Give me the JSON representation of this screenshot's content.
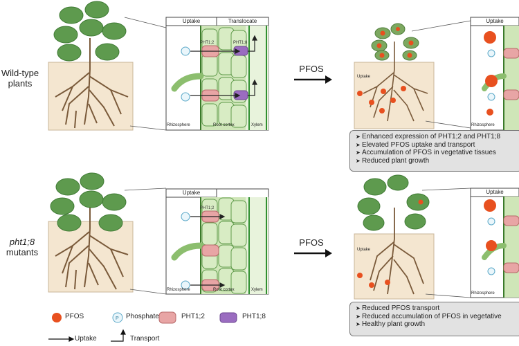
{
  "labels": {
    "wild_type": [
      "Wild-type",
      "plants"
    ],
    "mutant": [
      "pht1;8",
      "mutants"
    ],
    "arrow_top": "PFOS",
    "arrow_bottom": "PFOS"
  },
  "cells": {
    "uptake": "Uptake",
    "translocate": "Translocate",
    "rhizosphere": "Rhizosphere",
    "root_cortex": "Root cortex",
    "xylem": "Xylem",
    "pht12": "PHT1;2",
    "pht18": "PHT1;8",
    "p": "P"
  },
  "soil_label": "Uptake",
  "top_bullets": [
    "Enhanced expression of PHT1;2 and PHT1;8",
    "Elevated PFOS uptake and transport",
    "Accumulation of PFOS in vegetative tissues",
    "Reduced plant growth"
  ],
  "bottom_bullets": [
    "Reduced PFOS transport",
    "Reduced accumulation of PFOS in vegetative",
    "Healthy plant growth"
  ],
  "legend": {
    "pfos": "PFOS",
    "phosphate": "Phosphate",
    "pht12": "PHT1;2",
    "pht18": "PHT1;8",
    "uptake": "Uptake",
    "transport": "Transport"
  },
  "colors": {
    "soil": "#f4e6d0",
    "leaf": "#5e9a4e",
    "root": "#7a5a3a",
    "cortex": "#cfe6b8",
    "pfos": "#e8501f",
    "pht12": "#e8a5a5",
    "pht18": "#9a6cc0",
    "xylem": "#2f8f2f"
  }
}
